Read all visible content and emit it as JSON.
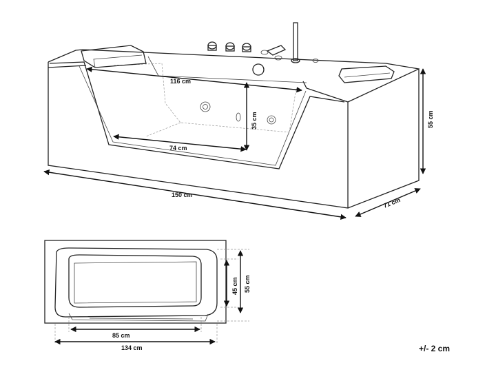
{
  "dimensions": {
    "tub_length": "150 cm",
    "tub_depth": "71 cm",
    "tub_height": "55 cm",
    "window_top_width": "116 cm",
    "window_bottom_width": "74 cm",
    "window_depth": "35 cm",
    "plan_total_length": "134 cm",
    "plan_inner_length": "85 cm",
    "plan_inner_width": "45 cm",
    "plan_total_width": "55 cm"
  },
  "tolerance_note": "+/- 2 cm",
  "icons": {
    "arrowhead": "arrow-icon",
    "faucet": "faucet-icon",
    "jet": "jet-icon",
    "headrest": "headrest-icon"
  }
}
